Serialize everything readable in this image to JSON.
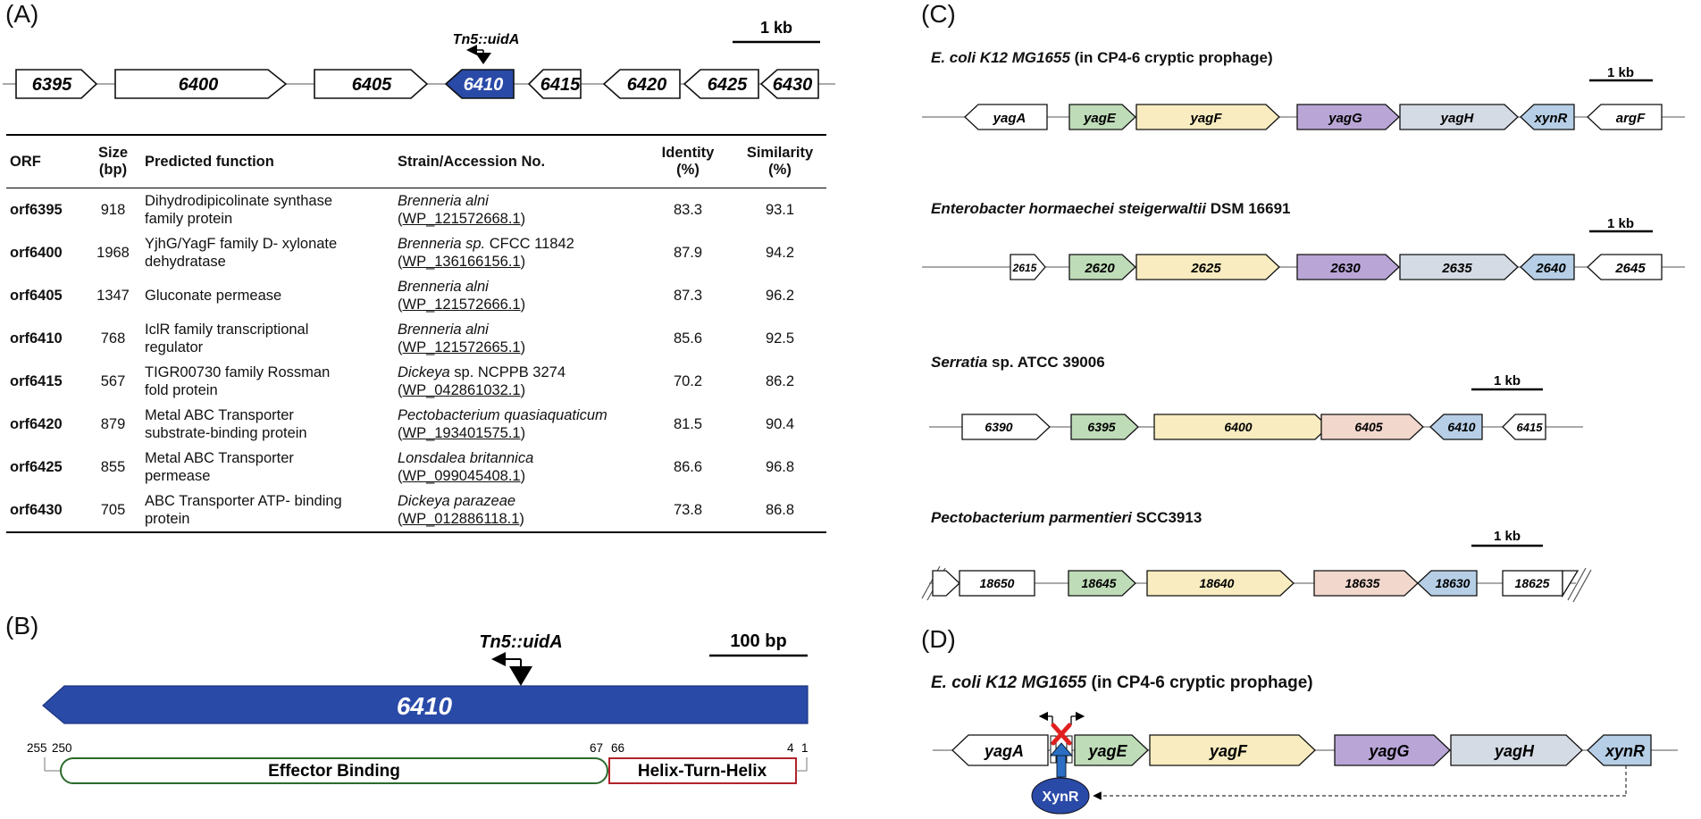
{
  "panels": {
    "a": "(A)",
    "b": "(B)",
    "c": "(C)",
    "d": "(D)"
  },
  "panel_a": {
    "insertion_label": "Tn5::uidA",
    "scale_label": "1 kb",
    "genes": [
      "6395",
      "6400",
      "6405",
      "6410",
      "6415",
      "6420",
      "6425",
      "6430"
    ],
    "table": {
      "headers": {
        "orf": "ORF",
        "size_1": "Size",
        "size_2": "(bp)",
        "function": "Predicted function",
        "strain": "Strain/Accession No.",
        "identity_1": "Identity",
        "identity_2": "(%)",
        "similarity_1": "Similarity",
        "similarity_2": "(%)"
      },
      "rows": [
        {
          "orf": "orf6395",
          "size": "918",
          "func1": "Dihydrodipicolinate synthase",
          "func2": "family protein",
          "strain_sp": "Brenneria alni",
          "strain_extra": "",
          "acc": "WP_121572668.1",
          "identity": "83.3",
          "similarity": "93.1"
        },
        {
          "orf": "orf6400",
          "size": "1968",
          "func1": "YjhG/YagF family D- xylonate",
          "func2": "dehydratase",
          "strain_sp": "Brenneria sp.",
          "strain_extra": " CFCC 11842",
          "acc": "WP_136166156.1",
          "identity": "87.9",
          "similarity": "94.2"
        },
        {
          "orf": "orf6405",
          "size": "1347",
          "func1": "Gluconate permease",
          "func2": "",
          "strain_sp": "Brenneria alni",
          "strain_extra": "",
          "acc": "WP_121572666.1",
          "identity": "87.3",
          "similarity": "96.2"
        },
        {
          "orf": "orf6410",
          "size": "768",
          "func1": "IclR family transcriptional",
          "func2": "regulator",
          "strain_sp": "Brenneria alni",
          "strain_extra": "",
          "acc": "WP_121572665.1",
          "identity": "85.6",
          "similarity": "92.5"
        },
        {
          "orf": "orf6415",
          "size": "567",
          "func1": "TIGR00730 family Rossman",
          "func2": "fold protein",
          "strain_sp": "Dickeya",
          "strain_extra": " sp. NCPPB 3274",
          "acc": "WP_042861032.1",
          "identity": "70.2",
          "similarity": "86.2"
        },
        {
          "orf": "orf6420",
          "size": "879",
          "func1": "Metal ABC Transporter",
          "func2": "substrate-binding protein",
          "strain_sp": "Pectobacterium quasiaquaticum",
          "strain_extra": "",
          "acc": "WP_193401575.1",
          "identity": "81.5",
          "similarity": "90.4"
        },
        {
          "orf": "orf6425",
          "size": "855",
          "func1": "Metal ABC Transporter",
          "func2": "permease",
          "strain_sp": "Lonsdalea britannica",
          "strain_extra": "",
          "acc": "WP_099045408.1",
          "identity": "86.6",
          "similarity": "96.8"
        },
        {
          "orf": "orf6430",
          "size": "705",
          "func1": "ABC Transporter ATP- binding",
          "func2": "protein",
          "strain_sp": "Dickeya parazeae",
          "strain_extra": "",
          "acc": "WP_012886118.1",
          "identity": "73.8",
          "similarity": "86.8"
        }
      ]
    }
  },
  "panel_b": {
    "insertion_label": "Tn5::uidA",
    "scale_label": "100 bp",
    "gene": "6410",
    "positions": {
      "p255": "255",
      "p250": "250",
      "p67": "67",
      "p66": "66",
      "p4": "4",
      "p1": "1"
    },
    "domain_effector": "Effector Binding",
    "domain_hth": "Helix-Turn-Helix"
  },
  "panel_c": {
    "scale_label": "1 kb",
    "ecoli": {
      "name": "E. coli K12 MG1655",
      "note": " (in CP4-6 cryptic prophage)",
      "genes": [
        "yagA",
        "yagE",
        "yagF",
        "yagG",
        "yagH",
        "xynR",
        "argF"
      ]
    },
    "enterobacter": {
      "name": "Enterobacter hormaechei steigerwaltii",
      "note": " DSM 16691",
      "genes": [
        "2615",
        "2620",
        "2625",
        "2630",
        "2635",
        "2640",
        "2645"
      ]
    },
    "serratia": {
      "name": "Serratia",
      "note": " sp. ATCC 39006",
      "genes": [
        "6390",
        "6395",
        "6400",
        "6405",
        "6410",
        "6415"
      ]
    },
    "pecto": {
      "name": "Pectobacterium parmentieri",
      "note": " SCC3913",
      "genes": [
        "18650",
        "18645",
        "18640",
        "18635",
        "18630",
        "18625"
      ]
    }
  },
  "panel_d": {
    "title_name": "E. coli K12 MG1655",
    "title_note": " (in CP4-6 cryptic prophage)",
    "genes": [
      "yagA",
      "yagE",
      "yagF",
      "yagG",
      "yagH",
      "xynR"
    ],
    "regulator": "XynR"
  },
  "colors": {
    "dark_blue": "#2a4aa8",
    "green": "#bfdcb8",
    "yellow": "#f8ecc0",
    "purple": "#b9a6d6",
    "grey_blue": "#d4dbe4",
    "light_blue": "#b6cfe6",
    "peach": "#f2d7cc",
    "red_x": "#e02020",
    "effector_border": "#2b6a2b",
    "hth_border": "#b2222c"
  }
}
